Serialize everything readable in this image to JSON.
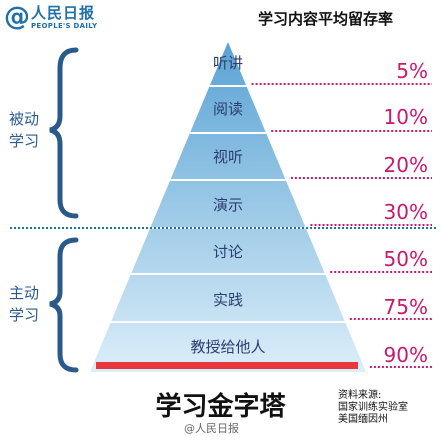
{
  "logo": {
    "symbol": "@",
    "name_cn": "人民日报",
    "name_en": "PEOPLE'S DAILY"
  },
  "header": "学习内容平均留存率",
  "groups": [
    {
      "label": [
        "被动",
        "学习"
      ]
    },
    {
      "label": [
        "主动",
        "学习"
      ]
    }
  ],
  "layers": [
    {
      "method": "听讲",
      "rate": "5%"
    },
    {
      "method": "阅读",
      "rate": "10%"
    },
    {
      "method": "视听",
      "rate": "20%"
    },
    {
      "method": "演示",
      "rate": "30%"
    },
    {
      "method": "讨论",
      "rate": "50%"
    },
    {
      "method": "实践",
      "rate": "75%"
    },
    {
      "method": "教授给他人",
      "rate": "90%"
    }
  ],
  "title": "学习金字塔",
  "source": [
    "资料来源:",
    "国家训练实验室",
    "美国缅因州"
  ],
  "watermark": "@人民日报",
  "colors": {
    "brand": "#1f6fa8",
    "pyramid_top": "#5aa3d4",
    "pyramid_bottom": "#dceef9",
    "percent": "#c8196f",
    "base_bar": "#e8383d",
    "bracket": "#2a5a8a"
  }
}
